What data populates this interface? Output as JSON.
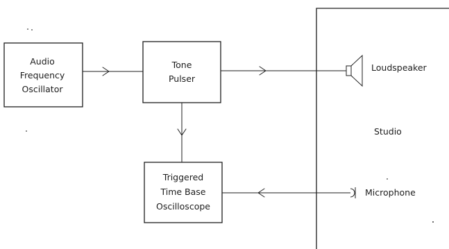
{
  "blocks": {
    "oscillator": [
      "Audio",
      "Frequency",
      "Oscillator"
    ],
    "pulser": [
      "Tone",
      "Pulser"
    ],
    "scope": [
      "Triggered",
      "Time Base",
      "Oscilloscope"
    ]
  },
  "studio": {
    "name": "Studio",
    "loudspeaker": "Loudspeaker",
    "microphone": "Microphone"
  }
}
